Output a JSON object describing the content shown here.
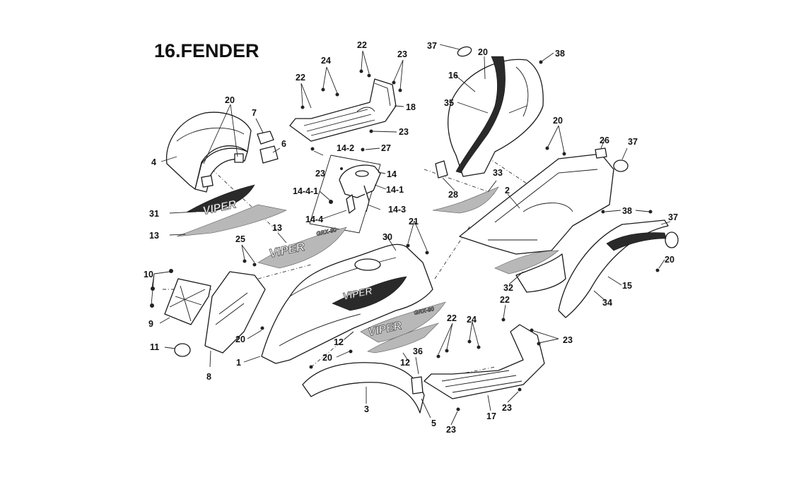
{
  "title": "16.FENDER",
  "decal_text": {
    "brand": "VIPER",
    "model": "GRX-90"
  },
  "callouts": {
    "c1": "1",
    "c2": "2",
    "c3": "3",
    "c4": "4",
    "c5": "5",
    "c6": "6",
    "c7": "7",
    "c8": "8",
    "c9": "9",
    "c10": "10",
    "c11": "11",
    "c12a": "12",
    "c12b": "12",
    "c13a": "13",
    "c13b": "13",
    "c14": "14",
    "c14_1": "14-1",
    "c14_2": "14-2",
    "c14_3": "14-3",
    "c14_4": "14-4",
    "c14_4_1": "14-4-1",
    "c15": "15",
    "c16": "16",
    "c17": "17",
    "c18": "18",
    "c20a": "20",
    "c20b": "20",
    "c20c": "20",
    "c20d": "20",
    "c20e": "20",
    "c20f": "20",
    "c21": "21",
    "c22a": "22",
    "c22b": "22",
    "c22c": "22",
    "c22d": "22",
    "c23a": "23",
    "c23b": "23",
    "c23c": "23",
    "c23d": "23",
    "c23e": "23",
    "c23f": "23",
    "c24a": "24",
    "c24b": "24",
    "c25": "25",
    "c26": "26",
    "c27": "27",
    "c28": "28",
    "c30": "30",
    "c31": "31",
    "c32": "32",
    "c33": "33",
    "c34": "34",
    "c35": "35",
    "c36": "36",
    "c37a": "37",
    "c37b": "37",
    "c37c": "37",
    "c38a": "38",
    "c38b": "38"
  }
}
